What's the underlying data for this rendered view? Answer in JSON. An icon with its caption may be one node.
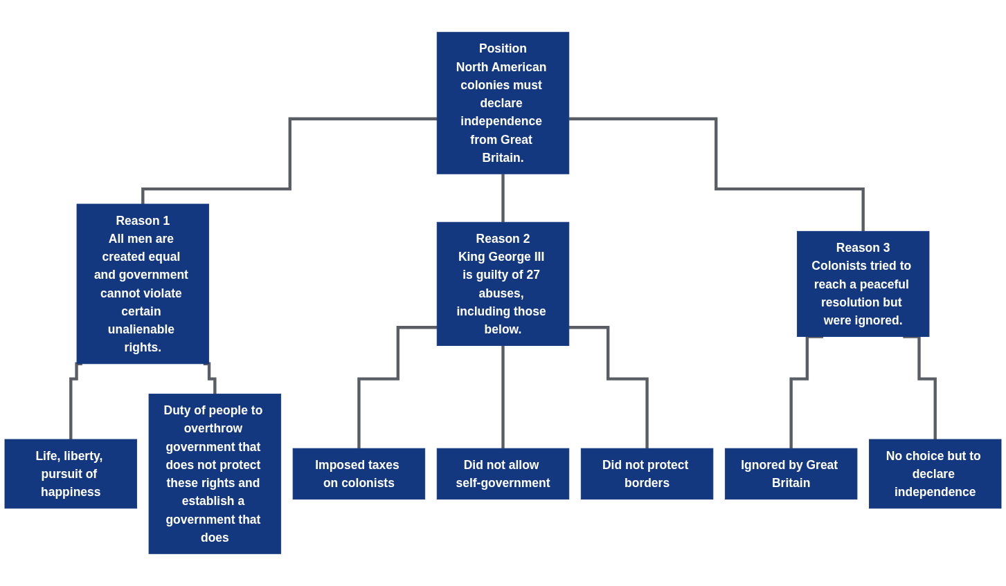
{
  "diagram": {
    "nodes": [
      {
        "text": [
          "Position",
          "North American colonies must declare independence from Great Britain."
        ]
      },
      {
        "text": [
          "Reason 1",
          "All men are created equal and government cannot violate certain unalienable rights."
        ]
      },
      {
        "text": [
          "Reason 2",
          "King George III is guilty of 27 abuses, including those below."
        ]
      },
      {
        "text": [
          "Reason 3",
          "Colonists tried to reach a peaceful resolution but were ignored."
        ]
      },
      {
        "text": [
          "Life, liberty, pursuit of happiness"
        ]
      },
      {
        "text": [
          "Duty of people to overthrow government that does not protect these rights and establish a government that does"
        ]
      },
      {
        "text": [
          "Imposed taxes on colonists"
        ]
      },
      {
        "text": [
          "Did not allow self-government"
        ]
      },
      {
        "text": [
          "Did not protect borders"
        ]
      },
      {
        "text": [
          "Ignored by Great Britain"
        ]
      },
      {
        "text": [
          "No choice but to declare independence"
        ]
      }
    ],
    "edges": [
      {
        "from": 0,
        "to": 1,
        "arrow": "none"
      },
      {
        "from": 0,
        "to": 2,
        "arrow": "none"
      },
      {
        "from": 0,
        "to": 3,
        "arrow": "none"
      },
      {
        "from": 1,
        "to": 4,
        "arrow": "none"
      },
      {
        "from": 1,
        "to": 5,
        "arrow": "none"
      },
      {
        "from": 2,
        "to": 6,
        "arrow": "none"
      },
      {
        "from": 2,
        "to": 7,
        "arrow": "none"
      },
      {
        "from": 2,
        "to": 8,
        "arrow": "none"
      },
      {
        "from": 3,
        "to": 9,
        "arrow": "none"
      },
      {
        "from": 3,
        "to": 10,
        "arrow": "none"
      }
    ]
  }
}
